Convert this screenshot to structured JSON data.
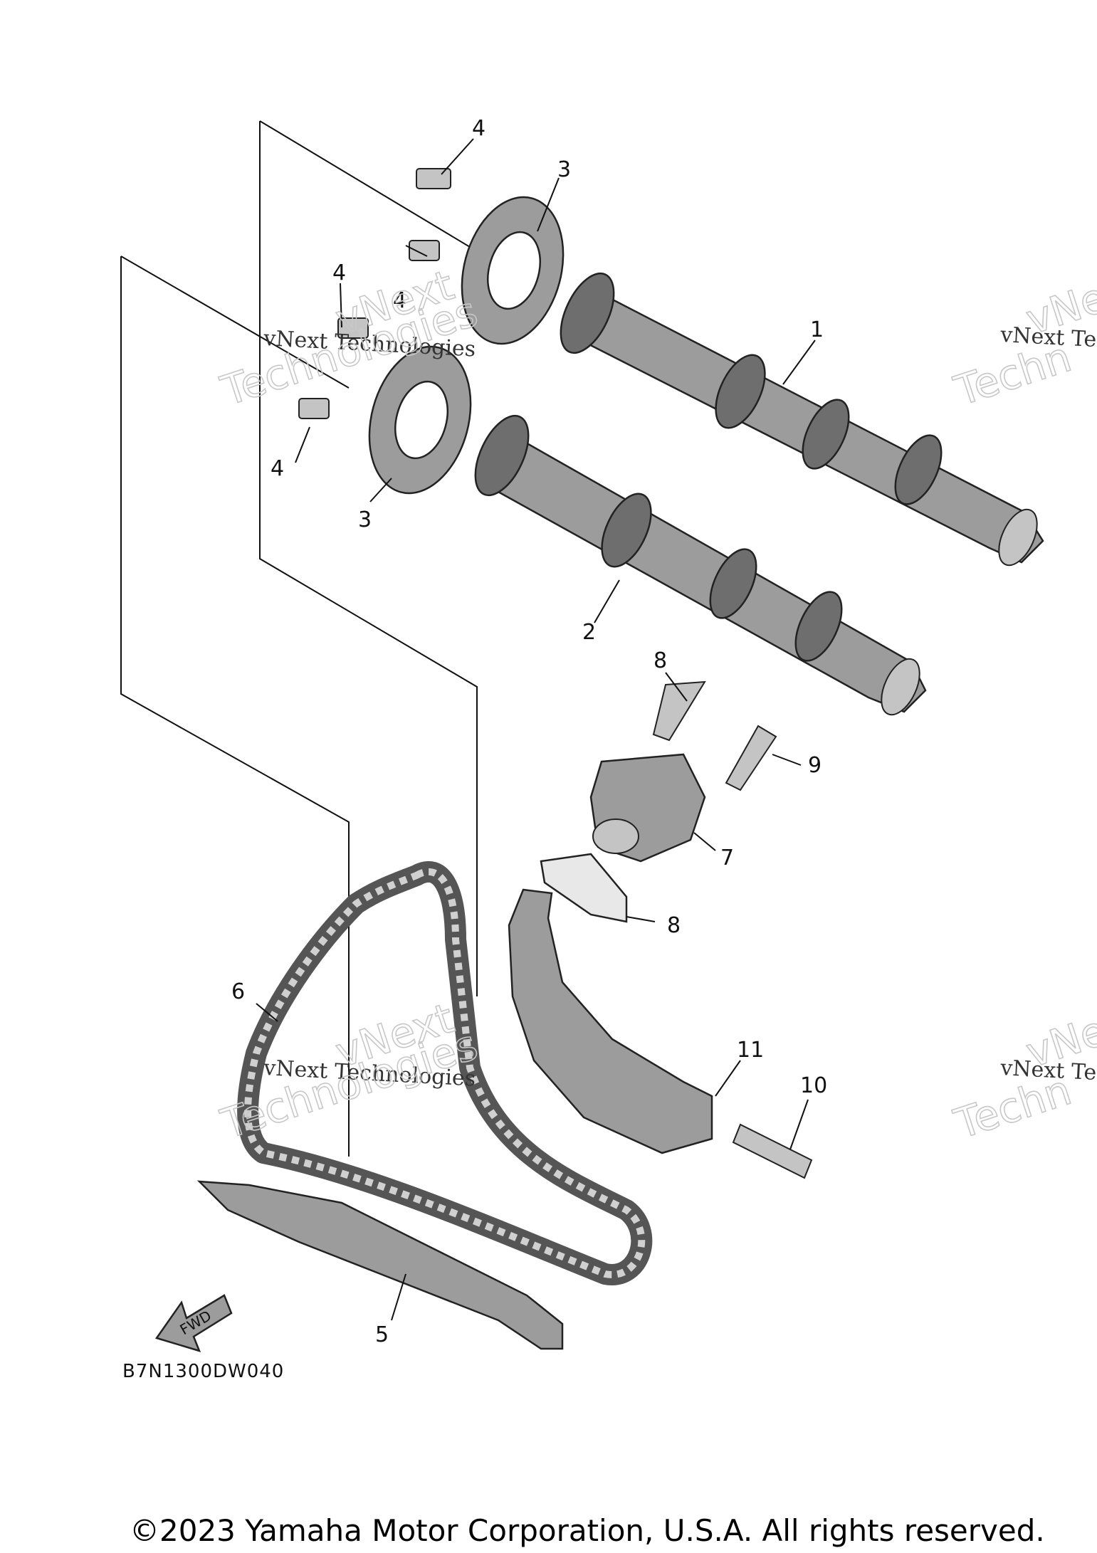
{
  "diagram": {
    "callouts": [
      {
        "id": "c1",
        "text": "1"
      },
      {
        "id": "c2",
        "text": "2"
      },
      {
        "id": "c3a",
        "text": "3"
      },
      {
        "id": "c3b",
        "text": "3"
      },
      {
        "id": "c4a",
        "text": "4"
      },
      {
        "id": "c4b",
        "text": "4"
      },
      {
        "id": "c4c",
        "text": "4"
      },
      {
        "id": "c4d",
        "text": "4"
      },
      {
        "id": "c5",
        "text": "5"
      },
      {
        "id": "c6",
        "text": "6"
      },
      {
        "id": "c7",
        "text": "7"
      },
      {
        "id": "c8a",
        "text": "8"
      },
      {
        "id": "c8b",
        "text": "8"
      },
      {
        "id": "c9",
        "text": "9"
      },
      {
        "id": "c10",
        "text": "10"
      },
      {
        "id": "c11",
        "text": "11"
      }
    ],
    "fwd_label": "FWD",
    "drawing_code": "B7N1300DW040",
    "copyright": "©2023 Yamaha Motor Corporation, U.S.A. All rights reserved.",
    "watermark": {
      "line1": "vNext Technologies",
      "line2": "vNext",
      "line3": "Technologies",
      "partial_line1": "vNext Te",
      "partial_line2": "vNe",
      "partial_line3": "Techn"
    }
  }
}
